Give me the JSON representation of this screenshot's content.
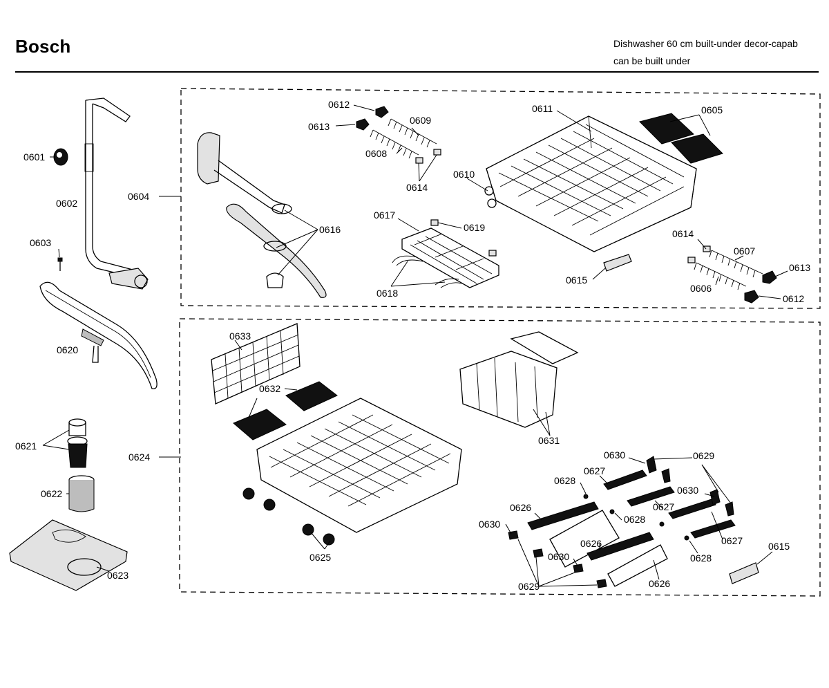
{
  "header": {
    "brand": "Bosch",
    "subtitle_line1": "Dishwasher 60 cm built-under decor-capab",
    "subtitle_line2": "can be built under"
  },
  "parts": {
    "p0601": "0601",
    "p0602": "0602",
    "p0603": "0603",
    "p0604": "0604",
    "p0605": "0605",
    "p0606": "0606",
    "p0607": "0607",
    "p0608": "0608",
    "p0609": "0609",
    "p0610": "0610",
    "p0611": "0611",
    "p0612": "0612",
    "p0613": "0613",
    "p0614": "0614",
    "p0615": "0615",
    "p0616": "0616",
    "p0617": "0617",
    "p0618": "0618",
    "p0619": "0619",
    "p0620": "0620",
    "p0621": "0621",
    "p0622": "0622",
    "p0623": "0623",
    "p0624": "0624",
    "p0625": "0625",
    "p0626": "0626",
    "p0627": "0627",
    "p0628": "0628",
    "p0629": "0629",
    "p0630": "0630",
    "p0631": "0631",
    "p0632": "0632",
    "p0633": "0633"
  }
}
